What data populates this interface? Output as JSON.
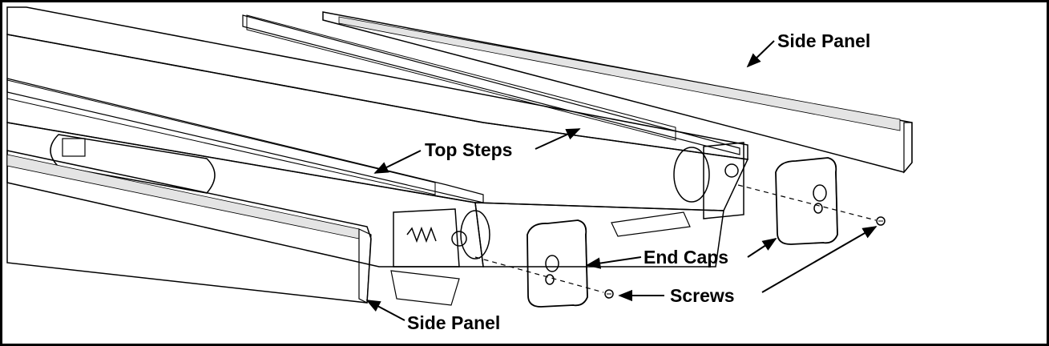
{
  "labels": {
    "side_panel_top": "Side Panel",
    "top_steps": "Top Steps",
    "end_caps": "End Caps",
    "screws": "Screws",
    "side_panel_bottom": "Side Panel"
  },
  "colors": {
    "panel_fill": "#c9c9c9",
    "panel_light": "#e4e4e4",
    "step_black": "#1a1a1a",
    "cap_fill": "#b5b5b5",
    "line": "#000000",
    "frame_fill": "#f2f2f2"
  }
}
